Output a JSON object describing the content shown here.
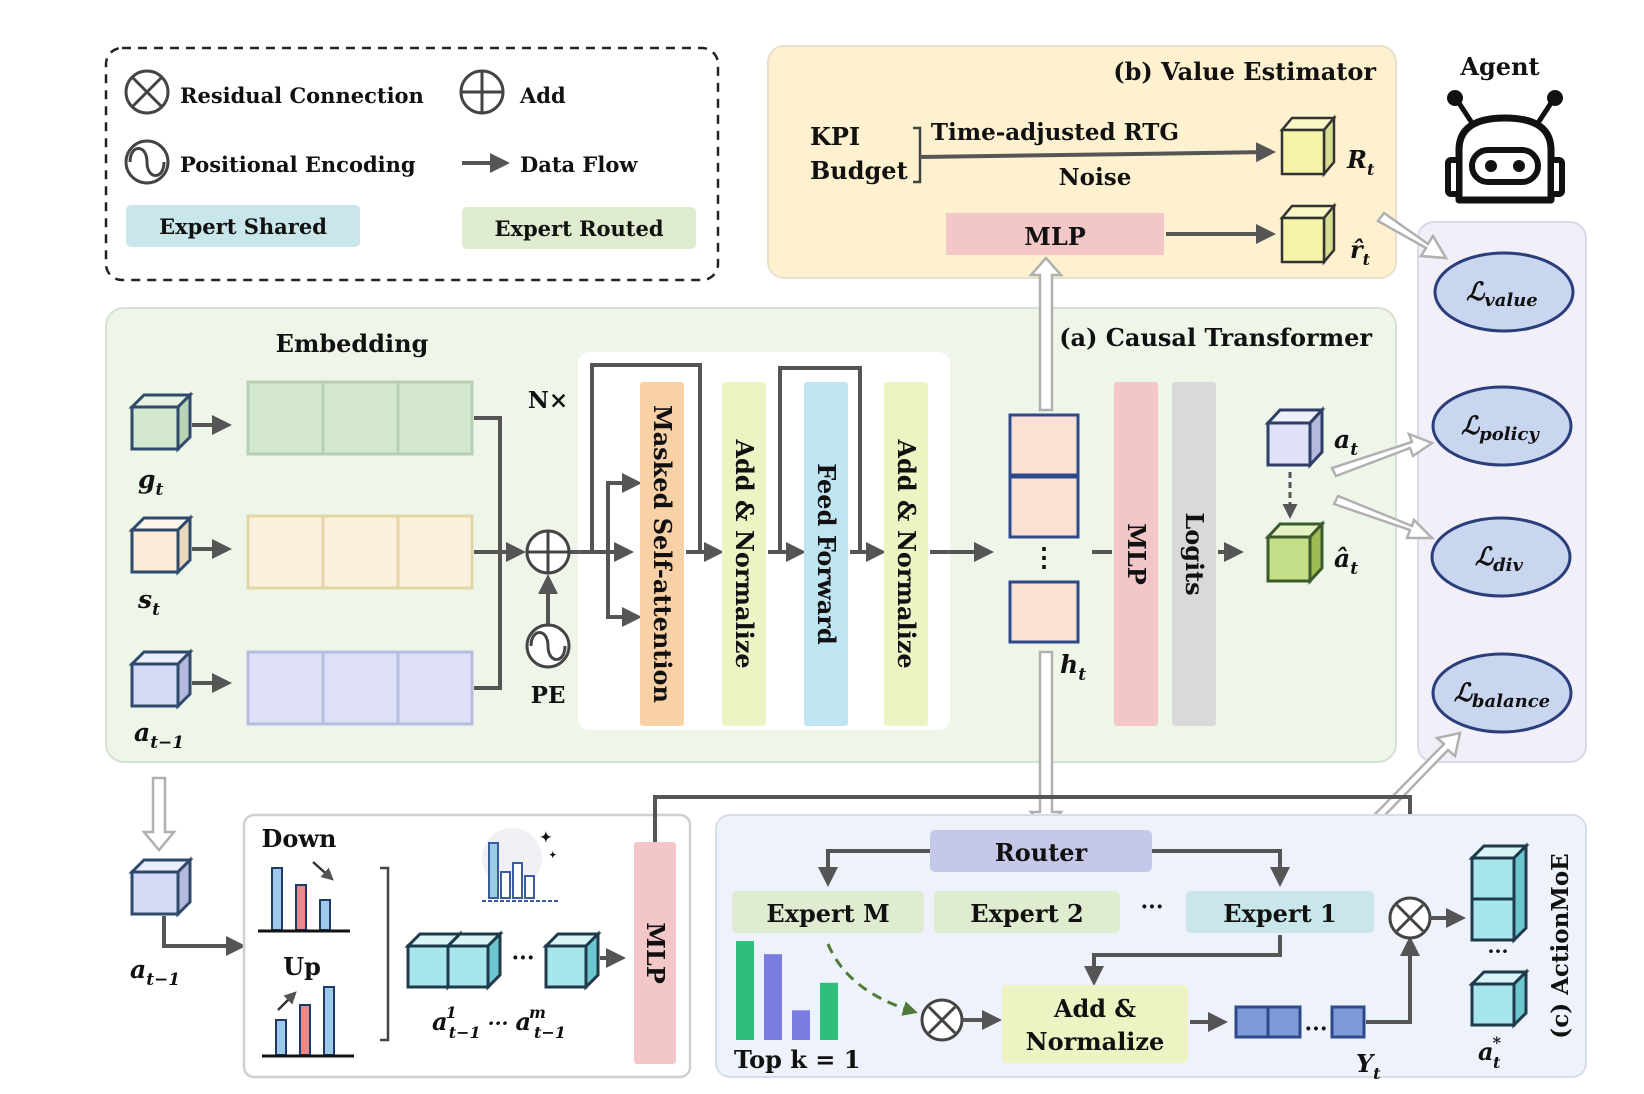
{
  "legend": {
    "residual": "Residual Connection",
    "add": "Add",
    "positional": "Positional Encoding",
    "dataflow": "Data Flow",
    "shared": "Expert Shared",
    "routed": "Expert Routed"
  },
  "value_estimator": {
    "title": "(b) Value Estimator",
    "kpi": "KPI",
    "budget": "Budget",
    "rtg": "Time-adjusted RTG",
    "noise": "Noise",
    "mlp": "MLP",
    "r_sym": "R",
    "r_sub": "t",
    "rhat_sym": "r̂",
    "rhat_sub": "t"
  },
  "agent": {
    "label": "Agent"
  },
  "transformer": {
    "title": "(a) Causal  Transformer",
    "embedding": "Embedding",
    "nx": "N×",
    "pe": "PE",
    "masked": "Masked Self-attention",
    "addnorm1": "Add & Normalize",
    "ff": "Feed Forward",
    "addnorm2": "Add & Normalize",
    "mlp": "MLP",
    "logits": "Logits",
    "dots": "⋮",
    "g_sym": "g",
    "g_sub": "t",
    "s_sym": "s",
    "s_sub": "t",
    "a_sym": "a",
    "a_sub": "t−1",
    "h_sym": "h",
    "h_sub": "t",
    "at_sym": "a",
    "at_sub": "t",
    "ahat_sym": "â",
    "ahat_sub": "t"
  },
  "losses": {
    "value_sym": "ℒ",
    "value_sub": "value",
    "policy_sym": "ℒ",
    "policy_sub": "policy",
    "div_sym": "ℒ",
    "div_sub": "div",
    "balance_sym": "ℒ",
    "balance_sub": "balance"
  },
  "aug": {
    "a_sym": "a",
    "a_sub": "t−1",
    "down": "Down",
    "up": "Up",
    "dots": "···",
    "seq_a1": "a",
    "seq_a1_sup": "1",
    "seq_a1_sub": "t−1",
    "seq_mid": " ··· ",
    "seq_am": "a",
    "seq_am_sup": "m",
    "seq_am_sub": "t−1",
    "mlp": "MLP"
  },
  "moe": {
    "title": "(c) ActionMoE",
    "router": "Router",
    "expert_m": "Expert M",
    "expert_2": "Expert 2",
    "expert_dots": "···",
    "expert_1": "Expert 1",
    "topk": "Top k = 1",
    "addnorm1": "Add &",
    "addnorm2": "Normalize",
    "dots": "···",
    "y_sym": "Y",
    "y_sub": "t",
    "stack_dots": "···",
    "astar_sym": "a",
    "astar_sup": "*",
    "astar_sub": "t"
  },
  "colors": {
    "green_fill": "#d8ecd6",
    "cream_fill": "#fbf0dc",
    "lav_fill": "#dde0f6",
    "orange": "#f8d1a7",
    "yellow": "#eef3c4",
    "blue": "#bfe4f2",
    "pink": "#f3c6c8",
    "gray": "#d9d9d9",
    "loss_fill": "#c9d6f0",
    "loss_border": "#2a3f7a",
    "ve_bg": "#fdf1cf",
    "router": "#c6c8ea",
    "expert_shared": "#c9e6ea",
    "expert_routed": "#dfeccf"
  },
  "topk_bars": [
    0.9,
    0.78,
    0.27,
    0.52
  ],
  "down_bars": [
    0.62,
    0.45,
    0.3
  ],
  "up_bars": [
    0.35,
    0.5,
    0.68
  ]
}
